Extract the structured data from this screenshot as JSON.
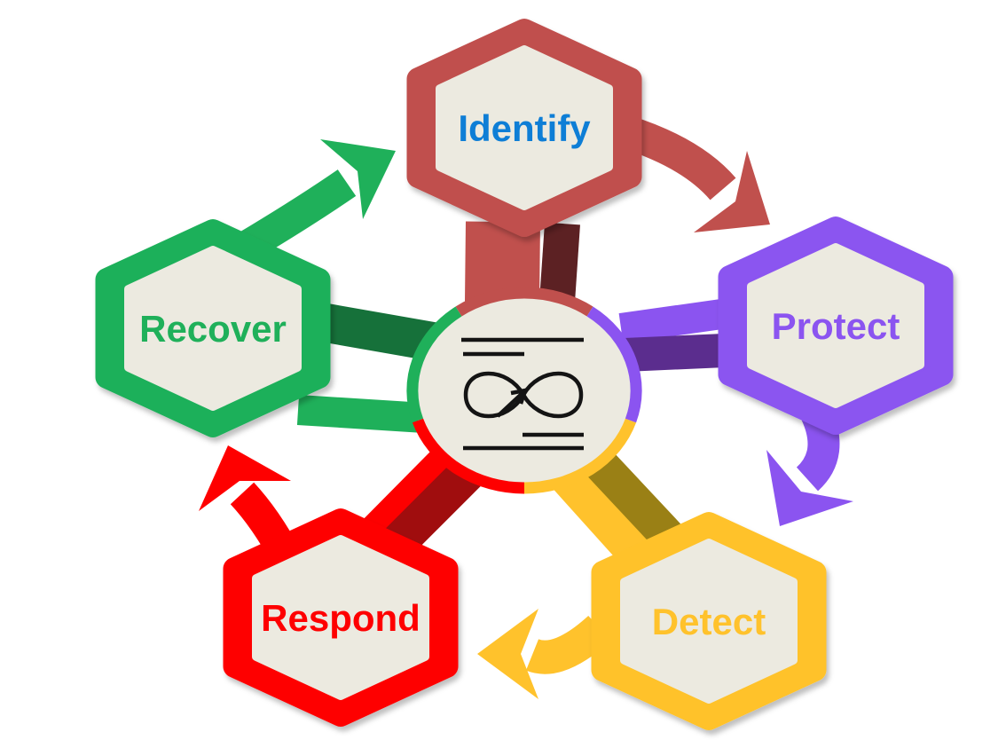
{
  "diagram": {
    "background": "#FFFFFF",
    "node_fill": "#ECEAE0",
    "icon_color": "#141414",
    "hub_icon": "infinity-arrow-loop-icon",
    "nodes": [
      {
        "id": "identify",
        "label": "Identify",
        "color": "#C0504D",
        "label_color": "#0E7ED6",
        "spoke_shadow": "#5C2123"
      },
      {
        "id": "protect",
        "label": "Protect",
        "color": "#8B54F0",
        "label_color": "#8B54F0",
        "spoke_shadow": "#5B2D8E"
      },
      {
        "id": "detect",
        "label": "Detect",
        "color": "#FFC22C",
        "label_color": "#FFC22C",
        "spoke_shadow": "#9A8015"
      },
      {
        "id": "respond",
        "label": "Respond",
        "color": "#FE0000",
        "label_color": "#FE0000",
        "spoke_shadow": "#A00D0E"
      },
      {
        "id": "recover",
        "label": "Recover",
        "color": "#1FB05A",
        "label_color": "#1FB05A",
        "spoke_shadow": "#16713A"
      }
    ]
  }
}
